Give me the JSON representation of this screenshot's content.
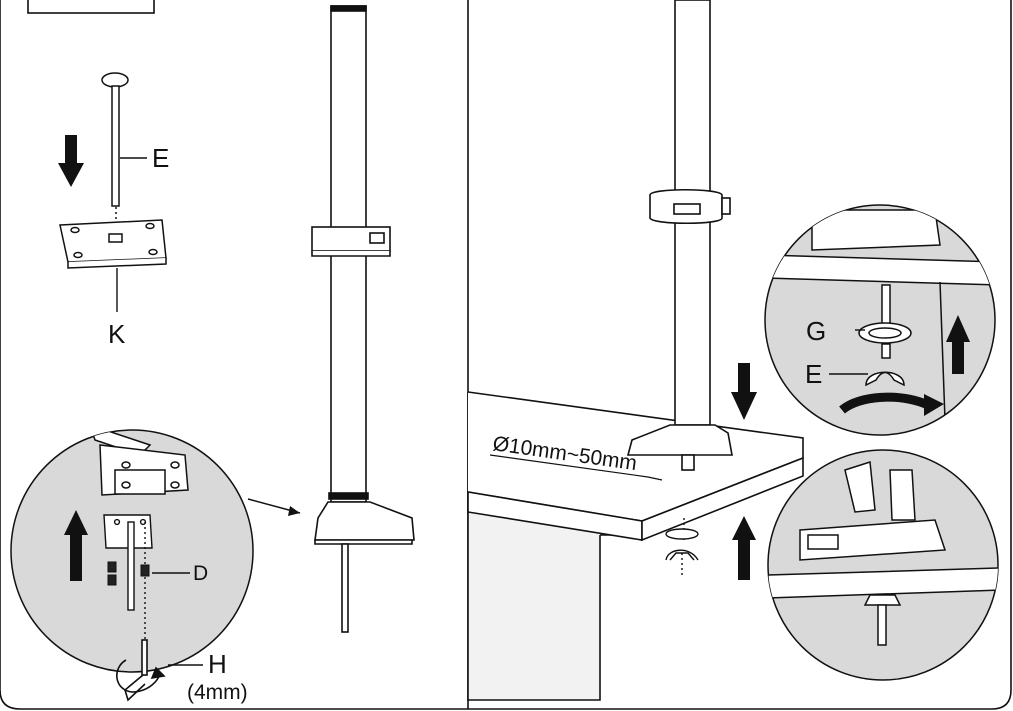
{
  "labels": {
    "pin": "E",
    "base_plate": "K",
    "screw": "D",
    "hex_key": "H",
    "hex_key_size": "(4mm)",
    "grommet": "G",
    "pin_zoom": "E",
    "desk_thickness": "Ø10mm~50mm"
  },
  "icons": {
    "down_arrow": "down-arrow-icon",
    "up_arrow": "up-arrow-icon",
    "rotate": "rotate-arrow-icon"
  },
  "colors": {
    "line": "#111111",
    "fill": "#ffffff",
    "zoom_bg": "#d9d9d9",
    "desk_front": "#f2f2f2"
  }
}
